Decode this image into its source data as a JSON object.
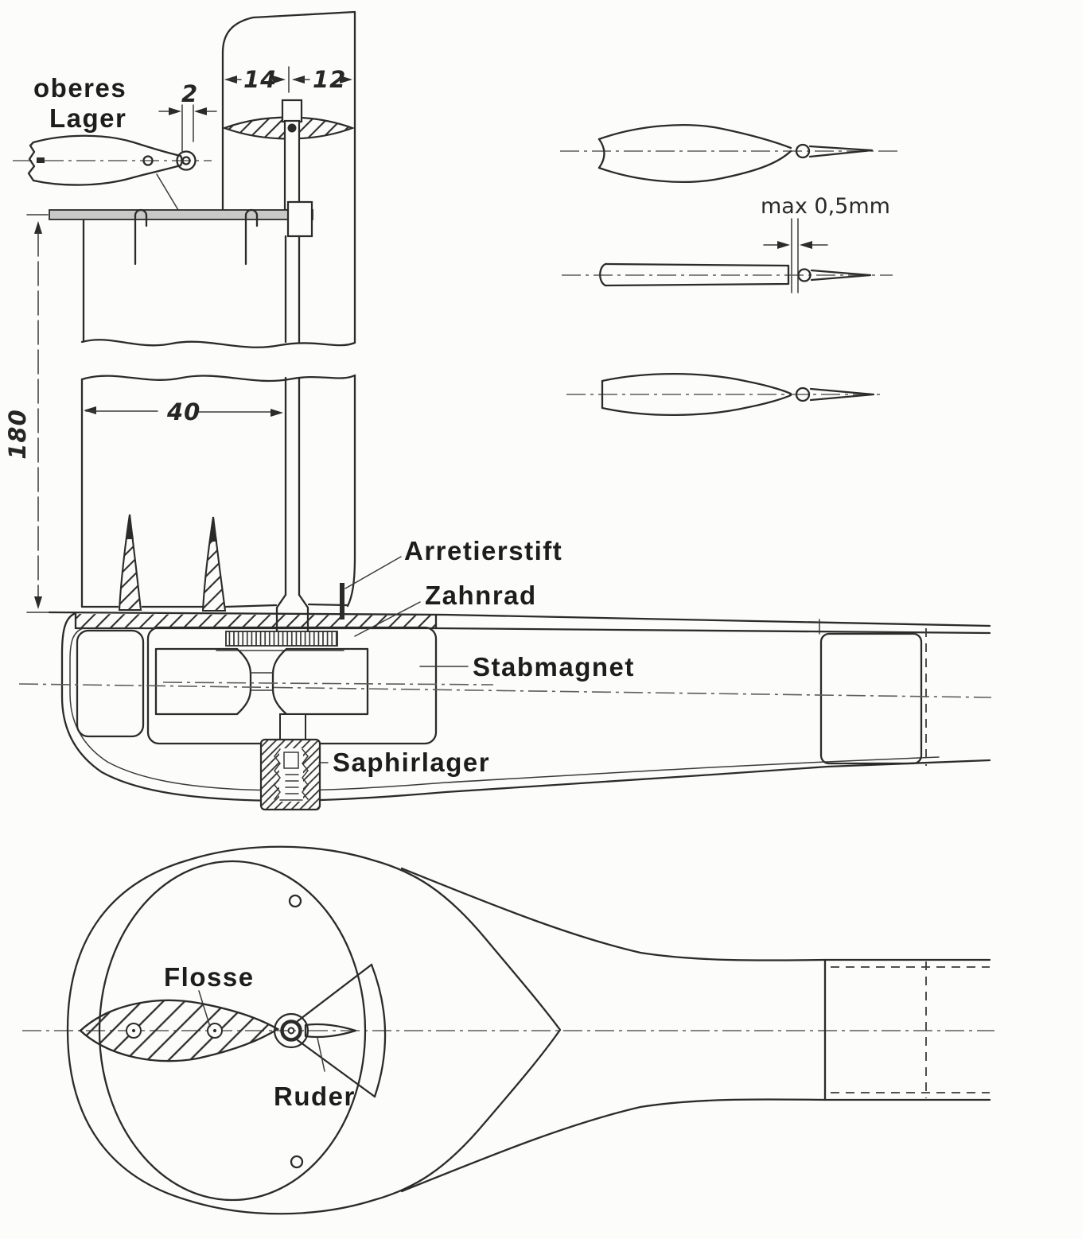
{
  "drawing": {
    "language": "de",
    "labels": {
      "oberes_lager_line1": "oberes",
      "oberes_lager_line2": "Lager",
      "arretierstift": "Arretierstift",
      "zahnrad": "Zahnrad",
      "stabmagnet": "Stabmagnet",
      "saphirlager": "Saphirlager",
      "flosse": "Flosse",
      "ruder": "Ruder"
    },
    "dimensions": {
      "hinge_offset": "2",
      "fin_chord_front": "14",
      "fin_chord_rear": "12",
      "fin_height": "180",
      "fin_width": "40",
      "hinge_gap_note": "max 0,5mm"
    },
    "colors": {
      "ink": "#2b2b2b",
      "paper": "#fcfcfa",
      "plate_fill": "#c9c9c5",
      "centerline": "#5c5c5c"
    }
  }
}
